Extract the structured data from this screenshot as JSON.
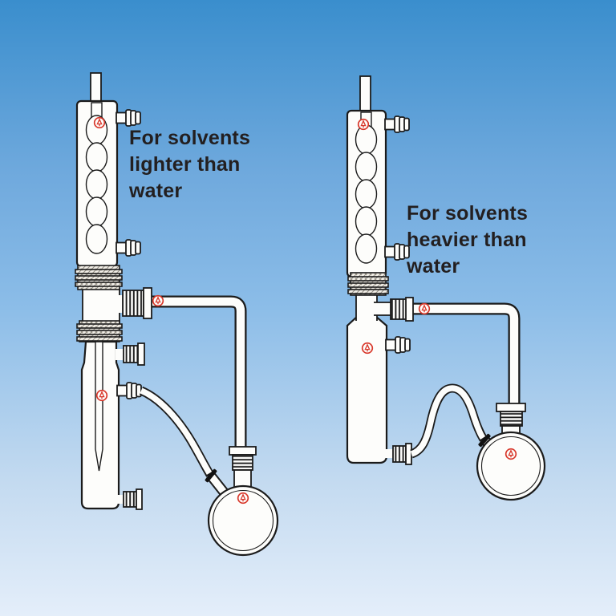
{
  "illustration": {
    "type": "laboratory-glassware-catalog-illustration",
    "labels": {
      "left": "For solvents\nlighter than\nwater",
      "right": "For solvents\nheavier than\nwater"
    },
    "icons": {
      "logo_mark": "manufacturer-logo-mark"
    },
    "colors": {
      "background_top": "#3a8ecd",
      "background_middle": "#8cbde8",
      "background_bottom": "#e4eefa",
      "line": "#1b1b1b",
      "text": "#231f20",
      "logo_red": "#d8372a",
      "glass_fill": "#fdfdfb"
    }
  }
}
